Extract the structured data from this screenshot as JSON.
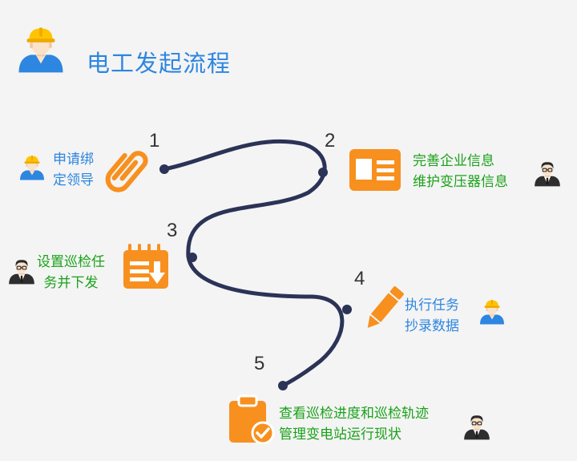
{
  "title": "电工发起流程",
  "steps": [
    {
      "number": "1",
      "line1": "申请绑",
      "line2": "定领导"
    },
    {
      "number": "2",
      "line1": "完善企业信息",
      "line2": "维护变压器信息"
    },
    {
      "number": "3",
      "line1": "设置巡检任",
      "line2": "务并下发"
    },
    {
      "number": "4",
      "line1": "执行任务",
      "line2": "抄录数据"
    },
    {
      "number": "5",
      "line1": "查看巡检进度和巡检轨迹",
      "line2": "管理变电站运行现状"
    }
  ],
  "colors": {
    "title": "#2d86e0",
    "electrician_text": "#2d86e0",
    "manager_text": "#1aa21a",
    "icon_orange": "#f7901e",
    "path": "#2b3356"
  }
}
